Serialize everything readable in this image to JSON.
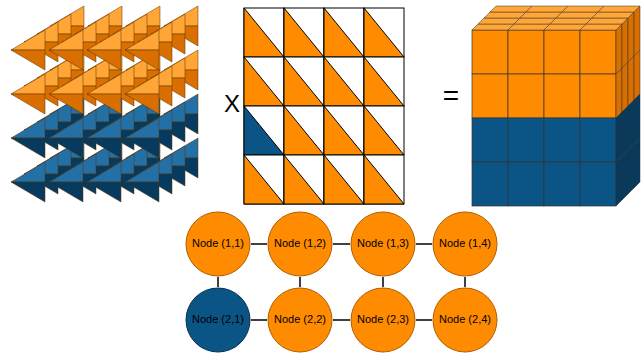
{
  "diagram": {
    "nodes": [
      {
        "text": [
          "Node (1,1)"
        ]
      },
      {
        "text": [
          "Node (1,2)"
        ]
      },
      {
        "text": [
          "Node (1,3)"
        ]
      },
      {
        "text": [
          "Node (1,4)"
        ]
      },
      {
        "text": [
          "Node (2,1)"
        ]
      },
      {
        "text": [
          "Node (2,2)"
        ]
      },
      {
        "text": [
          "Node (2,3)"
        ]
      },
      {
        "text": [
          "Node (2,4)"
        ]
      }
    ],
    "edges": [
      {
        "from": 0,
        "to": 1,
        "arrow": "none"
      },
      {
        "from": 1,
        "to": 2,
        "arrow": "none"
      },
      {
        "from": 2,
        "to": 3,
        "arrow": "none"
      },
      {
        "from": 0,
        "to": 4,
        "arrow": "none"
      },
      {
        "from": 1,
        "to": 5,
        "arrow": "none"
      },
      {
        "from": 2,
        "to": 6,
        "arrow": "none"
      },
      {
        "from": 3,
        "to": 7,
        "arrow": "none"
      },
      {
        "from": 4,
        "to": 5,
        "arrow": "none"
      },
      {
        "from": 5,
        "to": 6,
        "arrow": "none"
      },
      {
        "from": 6,
        "to": 7,
        "arrow": "none"
      }
    ],
    "labels": [
      "X",
      "="
    ]
  }
}
